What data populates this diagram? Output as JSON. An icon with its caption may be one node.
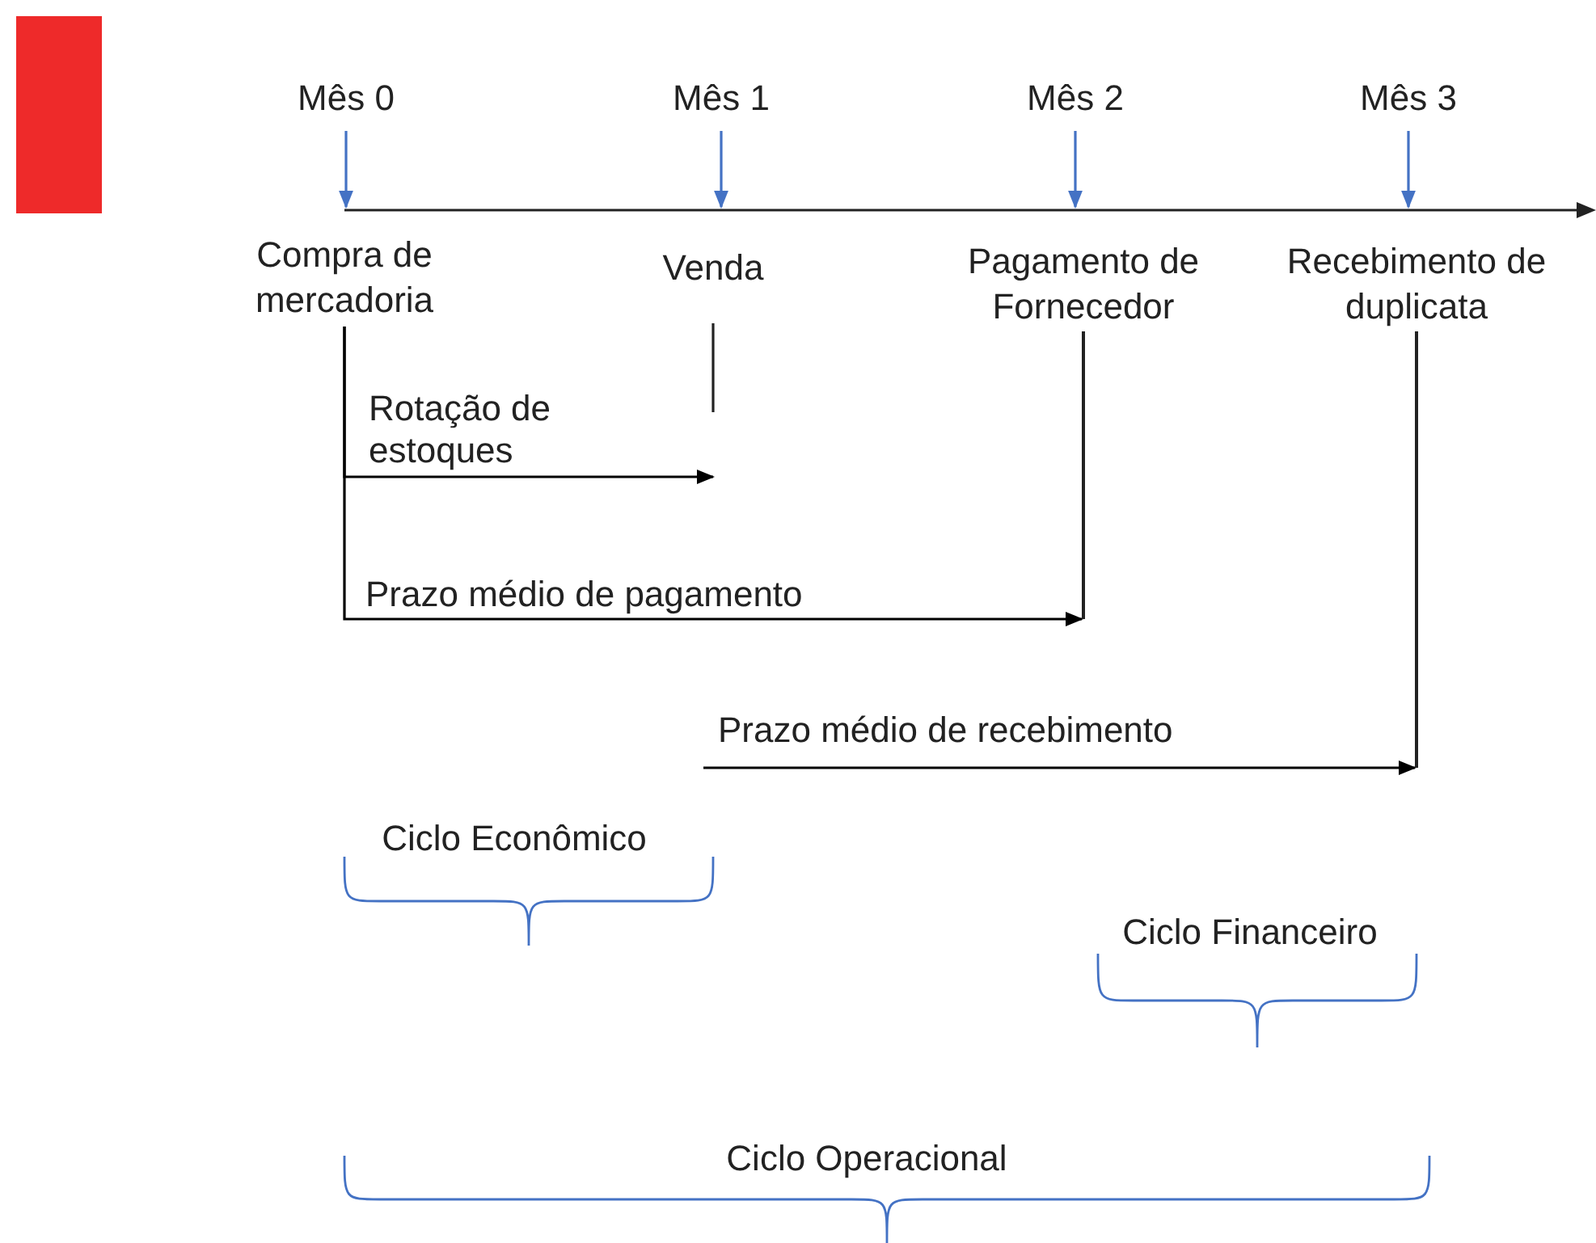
{
  "diagram": {
    "nodes": [
      {
        "text": [
          "Mês 0"
        ]
      },
      {
        "text": [
          "Mês 1"
        ]
      },
      {
        "text": [
          "Mês 2"
        ]
      },
      {
        "text": [
          "Mês 3"
        ]
      },
      {
        "text": [
          "Compra de mercadoria"
        ]
      },
      {
        "text": [
          "Venda"
        ]
      },
      {
        "text": [
          "Pagamento de Fornecedor"
        ]
      },
      {
        "text": [
          "Recebimento de duplicata"
        ]
      },
      {
        "text": [],
        "shape": "line"
      },
      {
        "text": [],
        "shape": "line"
      }
    ],
    "edges": [
      {
        "from": 0,
        "to": 4,
        "arrow": "to",
        "color": "#4472c4"
      },
      {
        "from": 1,
        "to": 5,
        "arrow": "to",
        "color": "#4472c4"
      },
      {
        "from": 2,
        "to": 6,
        "arrow": "to",
        "color": "#4472c4"
      },
      {
        "from": 3,
        "to": 7,
        "arrow": "to",
        "color": "#4472c4"
      },
      {
        "from": 4,
        "to": null,
        "label": "Rotação de estoques",
        "arrow": "to",
        "color": "#000000"
      },
      {
        "from": 4,
        "to": 8,
        "label": "Prazo médio de pagamento",
        "arrow": "to",
        "color": "#000000"
      },
      {
        "from": null,
        "to": 9,
        "label": "Prazo médio de recebimento",
        "arrow": "to",
        "color": "#000000"
      }
    ],
    "labels": [
      "Ciclo Econômico",
      "Ciclo Financeiro",
      "Ciclo Operacional"
    ]
  }
}
